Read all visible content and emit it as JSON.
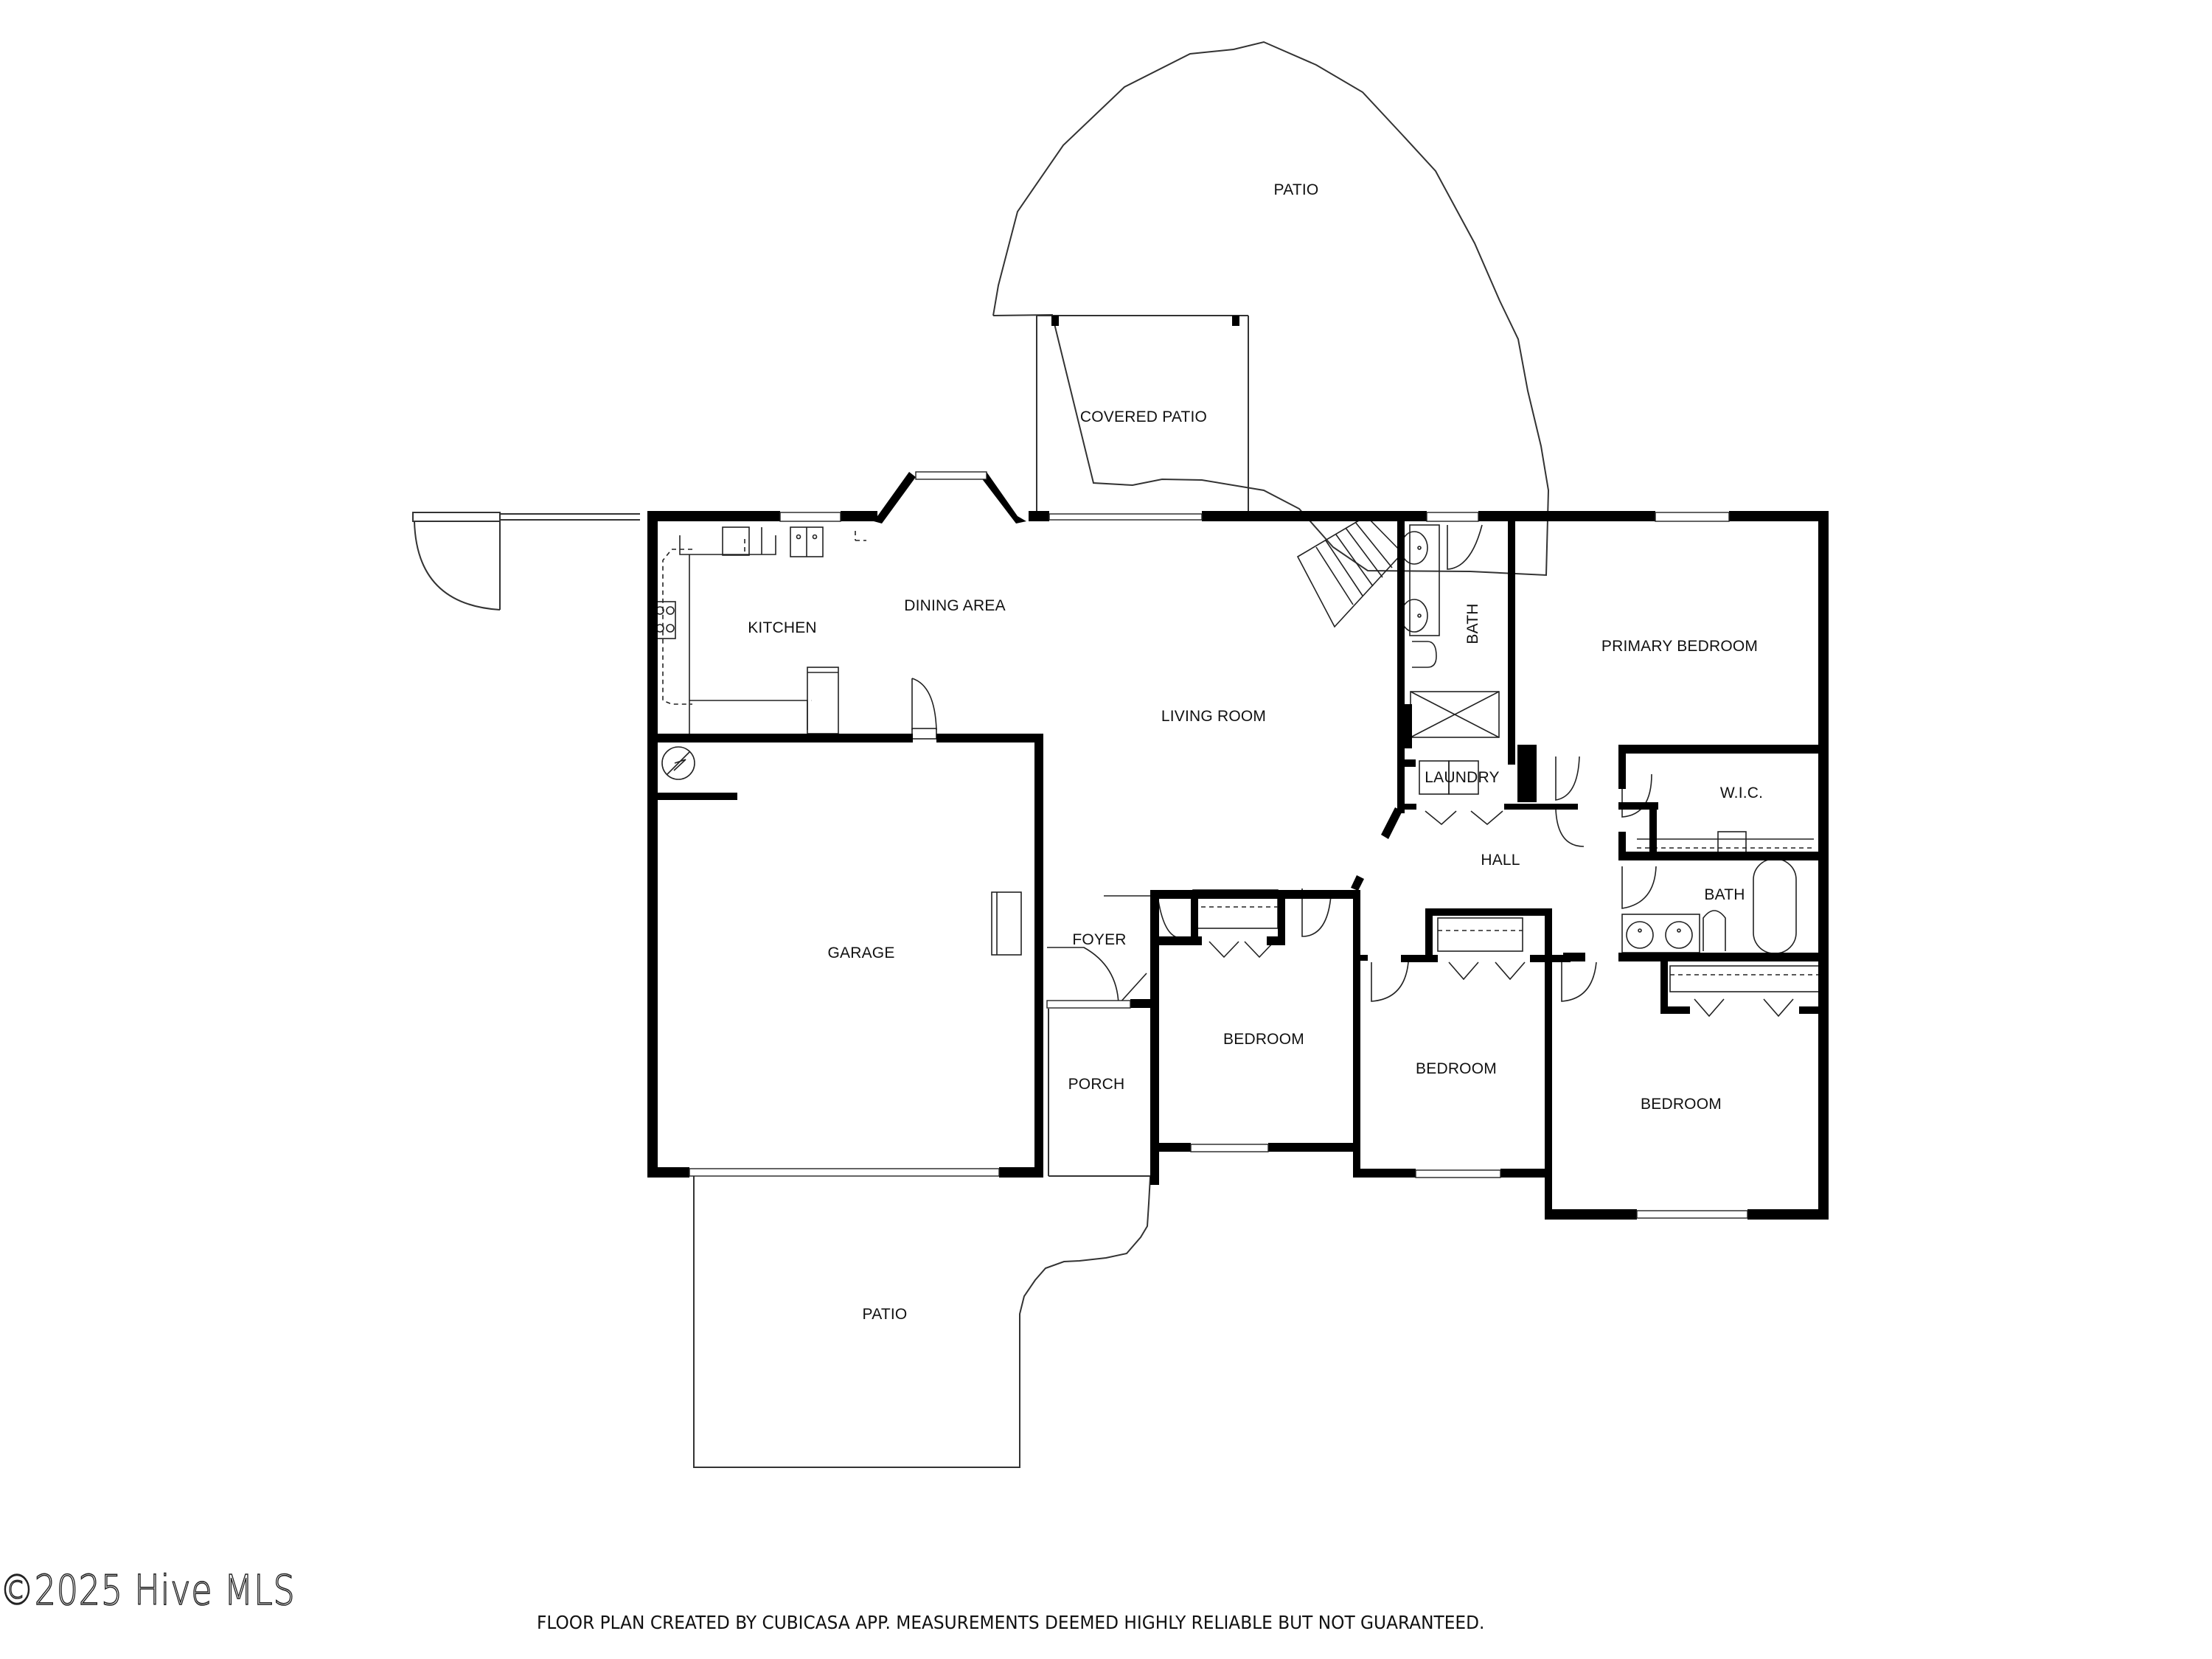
{
  "floorplan": {
    "rooms": {
      "patio_top": "PATIO",
      "covered_patio": "COVERED PATIO",
      "kitchen": "KITCHEN",
      "dining_area": "DINING AREA",
      "living_room": "LIVING ROOM",
      "bath_primary": "BATH",
      "primary_bedroom": "PRIMARY BEDROOM",
      "laundry": "LAUNDRY",
      "wic": "W.I.C.",
      "hall": "HALL",
      "bath_hall": "BATH",
      "garage": "GARAGE",
      "foyer": "FOYER",
      "porch": "PORCH",
      "bedroom_1": "BEDROOM",
      "bedroom_2": "BEDROOM",
      "bedroom_3": "BEDROOM",
      "patio_bottom": "PATIO"
    },
    "colors": {
      "wall": "#000000",
      "line": "#222222",
      "background": "#ffffff"
    }
  },
  "footer": {
    "watermark": "©2025 Hive MLS",
    "disclaimer": "FLOOR PLAN CREATED BY CUBICASA APP. MEASUREMENTS DEEMED HIGHLY RELIABLE BUT NOT GUARANTEED."
  }
}
